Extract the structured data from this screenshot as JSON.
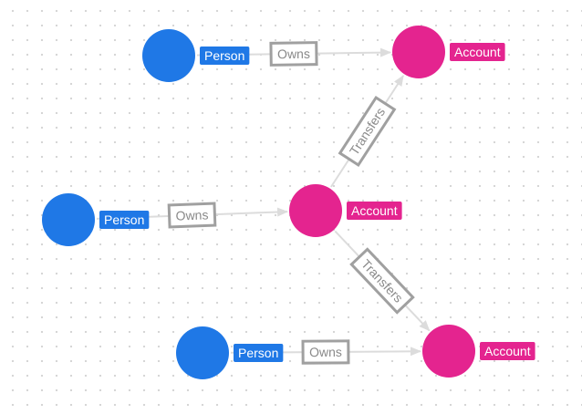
{
  "graph": {
    "colors": {
      "person": "#1f78e6",
      "account": "#e4248f",
      "edge": "#dcdcdc",
      "edge_label_border": "#a0a0a0",
      "edge_label_text": "#8a8a8a"
    },
    "nodes": [
      {
        "id": "n1",
        "type": "person",
        "label": "Person"
      },
      {
        "id": "n2",
        "type": "account",
        "label": "Account"
      },
      {
        "id": "n3",
        "type": "person",
        "label": "Person"
      },
      {
        "id": "n4",
        "type": "account",
        "label": "Account"
      },
      {
        "id": "n5",
        "type": "account",
        "label": "Account"
      },
      {
        "id": "n6",
        "type": "person",
        "label": "Person"
      },
      {
        "id": "n7",
        "type": "account",
        "label": "Account"
      }
    ],
    "edges": [
      {
        "id": "e1",
        "source": "n1",
        "target": "n2",
        "label": "Owns"
      },
      {
        "id": "e2",
        "source": "n3",
        "target": "n4",
        "label": "Owns"
      },
      {
        "id": "e3",
        "source": "n4",
        "target": "n2",
        "label": "Transfers"
      },
      {
        "id": "e4",
        "source": "n4",
        "target": "n5",
        "label": "Transfers"
      },
      {
        "id": "e5",
        "source": "n6",
        "target": "n5",
        "label": "Owns"
      }
    ]
  }
}
